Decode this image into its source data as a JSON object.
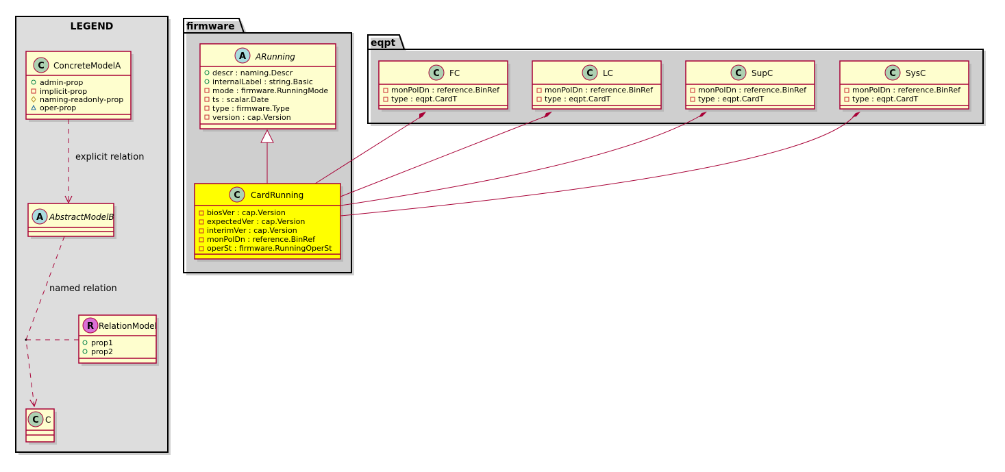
{
  "legend": {
    "title": "LEGEND",
    "concrete": {
      "stereo": "C",
      "name": "ConcreteModelA",
      "attrs": [
        "admin-prop",
        "implicit-prop",
        "naming-readonly-prop",
        "oper-prop"
      ]
    },
    "abstract": {
      "stereo": "A",
      "name": "AbstractModelB"
    },
    "relation_model": {
      "stereo": "R",
      "name": "RelationModel",
      "attrs": [
        "prop1",
        "prop2"
      ]
    },
    "c_class": {
      "stereo": "C",
      "name": "C"
    },
    "explicit_label": "explicit relation",
    "named_label": "named relation"
  },
  "firmware": {
    "title": "firmware",
    "arunning": {
      "stereo": "A",
      "name": "ARunning",
      "attrs": [
        "descr : naming.Descr",
        "internalLabel : string.Basic",
        "mode : firmware.RunningMode",
        "ts : scalar.Date",
        "type : firmware.Type",
        "version : cap.Version"
      ]
    },
    "cardrunning": {
      "stereo": "C",
      "name": "CardRunning",
      "attrs": [
        "biosVer : cap.Version",
        "expectedVer : cap.Version",
        "interimVer : cap.Version",
        "monPolDn : reference.BinRef",
        "operSt : firmware.RunningOperSt"
      ]
    }
  },
  "eqpt": {
    "title": "eqpt",
    "classes": [
      {
        "stereo": "C",
        "name": "FC",
        "attrs": [
          "monPolDn : reference.BinRef",
          "type : eqpt.CardT"
        ]
      },
      {
        "stereo": "C",
        "name": "LC",
        "attrs": [
          "monPolDn : reference.BinRef",
          "type : eqpt.CardT"
        ]
      },
      {
        "stereo": "C",
        "name": "SupC",
        "attrs": [
          "monPolDn : reference.BinRef",
          "type : eqpt.CardT"
        ]
      },
      {
        "stereo": "C",
        "name": "SysC",
        "attrs": [
          "monPolDn : reference.BinRef",
          "type : eqpt.CardT"
        ]
      }
    ]
  },
  "colors": {
    "class_fill": "#FEFECE",
    "highlight_fill": "#FFFF00",
    "border": "#A80036",
    "legend_bg": "#DDDDDD"
  }
}
